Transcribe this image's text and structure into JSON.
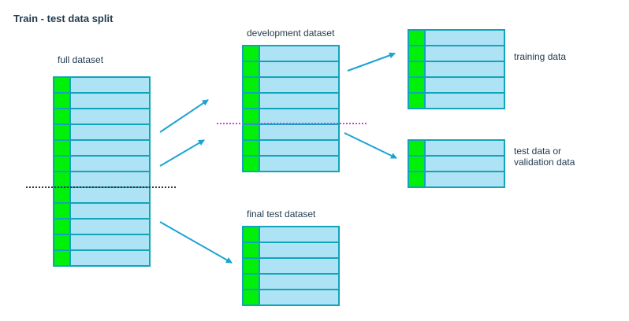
{
  "title": "Train - test data split",
  "labels": {
    "full": "full dataset",
    "development": "development dataset",
    "final_test": "final test dataset",
    "training": "training data",
    "test_line1": "test data or",
    "test_line2": "validation data"
  },
  "colors": {
    "index_column": "#00f00a",
    "cells": "#ade3f5",
    "border": "#12a4b8",
    "arrows": "#1ba3d2",
    "full_split_line": "#333333",
    "dev_split_line": "#cc44dd"
  },
  "tables": {
    "full": {
      "rows": 12
    },
    "development": {
      "rows": 8
    },
    "training": {
      "rows": 5
    },
    "test": {
      "rows": 3
    },
    "final_test": {
      "rows": 5
    }
  }
}
